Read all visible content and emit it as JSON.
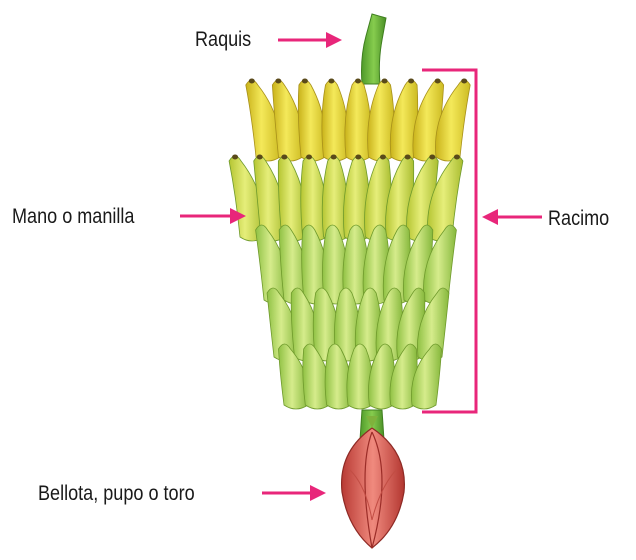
{
  "labels": {
    "raquis": "Raquis",
    "mano": "Mano o manilla",
    "racimo": "Racimo",
    "bellota": "Bellota, pupo o toro"
  },
  "colors": {
    "arrow": "#e8267a",
    "bracket": "#e8267a",
    "stem": "#6bb63a",
    "banana_yellow": "#e9dc3a",
    "banana_green": "#b6d85a",
    "bud": "#d9574e"
  },
  "icons": [
    "banana-bunch-illustration",
    "banana-flower-bud-illustration"
  ]
}
